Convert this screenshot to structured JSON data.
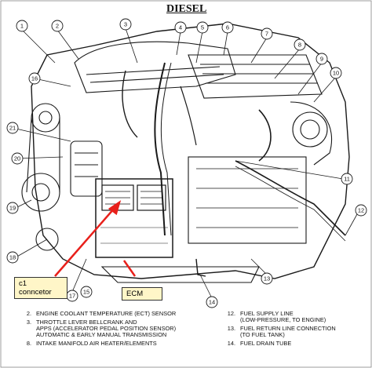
{
  "title": "DIESEL",
  "callouts": {
    "c1_line1": "c1",
    "c1_line2": "conncetor",
    "ecm": "ECM"
  },
  "component_numbers": [
    "1",
    "2",
    "3",
    "4",
    "5",
    "6",
    "7",
    "8",
    "9",
    "10",
    "11",
    "12",
    "13",
    "14",
    "15",
    "16",
    "17",
    "18",
    "19",
    "20",
    "21"
  ],
  "legend_left": [
    {
      "num": "2.",
      "lines": [
        "ENGINE COOLANT TEMPERATURE (ECT) SENSOR"
      ]
    },
    {
      "num": "3.",
      "lines": [
        "THROTTLE LEVER BELLCRANK AND",
        "APPS (ACCELERATOR PEDAL POSITION SENSOR)",
        "AUTOMATIC & EARLY MANUAL TRANSMISSION"
      ]
    },
    {
      "num": "8.",
      "lines": [
        "INTAKE MANIFOLD AIR HEATER/ELEMENTS"
      ]
    }
  ],
  "legend_right": [
    {
      "num": "12.",
      "lines": [
        "FUEL SUPPLY LINE",
        "(LOW-PRESSURE, TO ENGINE)"
      ]
    },
    {
      "num": "13.",
      "lines": [
        "FUEL RETURN LINE CONNECTION",
        "(TO FUEL TANK)"
      ]
    },
    {
      "num": "14.",
      "lines": [
        "FUEL DRAIN TUBE"
      ]
    }
  ],
  "colors": {
    "callout_arrow": "#e8201b",
    "callout_fill": "#fff6c8",
    "line_art": "#1a1a1a"
  }
}
